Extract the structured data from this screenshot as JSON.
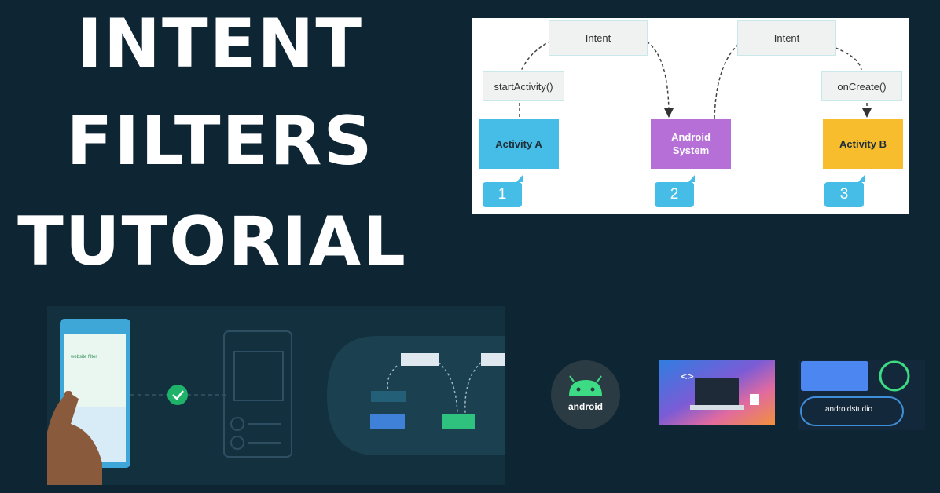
{
  "title": {
    "line1": "INTENT",
    "line2": "FILTERS",
    "line3": "TUTORIAL"
  },
  "diagram": {
    "intent_left": "Intent",
    "intent_right": "Intent",
    "start_activity": "startActivity()",
    "on_create": "onCreate()",
    "activity_a": "Activity A",
    "android_system_line1": "Android",
    "android_system_line2": "System",
    "activity_b": "Activity B",
    "badge1": "1",
    "badge2": "2",
    "badge3": "3",
    "colors": {
      "activity_a": "#46bde6",
      "android_system": "#b56fd6",
      "activity_b": "#f8bd2c",
      "badge": "#46bde6"
    }
  },
  "illustration": {
    "phone_screen_text": "website filter",
    "android_logo_text": "android",
    "android_studio_text": "androidstudio",
    "check_icon": "check-circle-icon",
    "code_icon": "code-brackets-icon"
  }
}
